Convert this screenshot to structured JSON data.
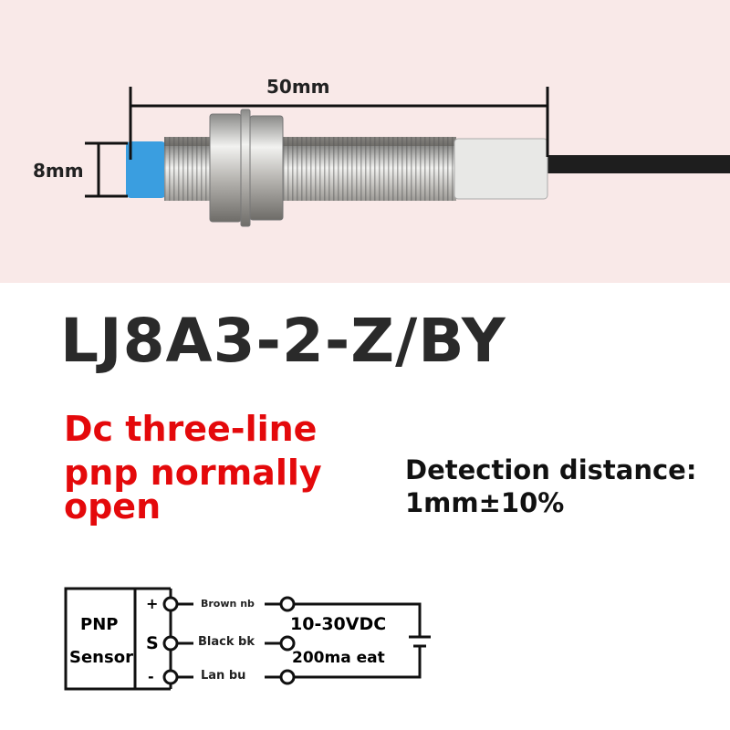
{
  "dimensions": {
    "length": "50mm",
    "diameter": "8mm"
  },
  "model": "LJ8A3-2-Z/BY",
  "type_lines": [
    "Dc three-line",
    "pnp normally",
    "open"
  ],
  "detection": {
    "label": "Detection distance:",
    "value": "1mm±10%"
  },
  "wiring": {
    "sensor_label": [
      "PNP",
      "Sensor"
    ],
    "terminals": [
      {
        "symbol": "+",
        "wire": "Brown nb"
      },
      {
        "symbol": "S",
        "wire": "Black bk"
      },
      {
        "symbol": "-",
        "wire": "Lan bu"
      }
    ],
    "supply": "10-30VDC",
    "load": "200ma eat"
  },
  "colors": {
    "accent_red": "#e4090b",
    "tip_blue": "#3a9ee0",
    "background_top": "#f9e9e8"
  }
}
